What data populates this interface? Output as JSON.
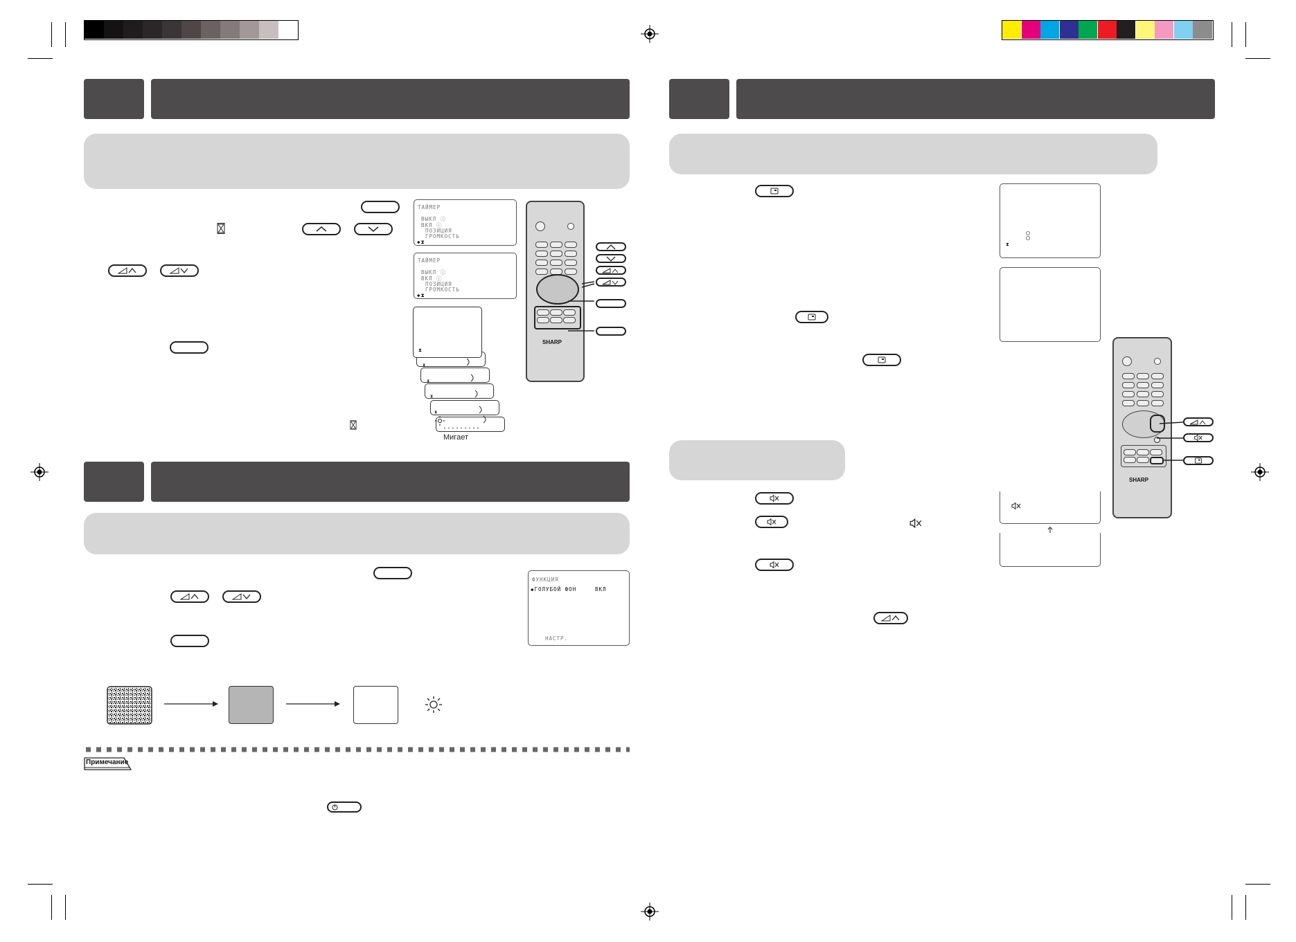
{
  "left_page": {
    "timer_section": {
      "menu_screen_1": {
        "title": "ТАЙМЕР",
        "lines": [
          "ВЫКЛ  ⓘ",
          "ВКЛ   ⓘ",
          "ПОЗИЦИЯ",
          "ГРОМКОСТЬ",
          "◆⧗"
        ]
      },
      "menu_screen_2": {
        "title": "ТАЙМЕР",
        "lines": [
          "ВЫКЛ  ⓘ",
          "ВКЛ   ⓘ",
          "ПОЗИЦИЯ",
          "ГРОМКОСТЬ",
          "◆⧗"
        ]
      },
      "blink_label": "Мигает",
      "hourglass_symbol": "⧗"
    },
    "blue_background_section": {
      "menu_screen": {
        "title": "ФУНКЦИЯ",
        "item": "◆ГОЛУБОЙ ФОН",
        "value": "ВКЛ",
        "footer": "НАСТР."
      }
    },
    "note_label": "Примечание"
  },
  "right_page": {
    "mute_symbol": "🔇",
    "updown_symbol": "↕"
  },
  "remote": {
    "brand": "SHARP"
  },
  "colors": {
    "gray_bar": [
      "#000000",
      "#141213",
      "#1f1c1d",
      "#2b2728",
      "#3a3536",
      "#4e4647",
      "#6b6162",
      "#857a7b",
      "#a39899",
      "#c6bebf",
      "#ffffff"
    ],
    "color_bar": [
      "#ffec00",
      "#e3007a",
      "#00a5e3",
      "#2e3192",
      "#00a650",
      "#ed1c24",
      "#231f20",
      "#fff578",
      "#f49ac1",
      "#7fd0f1",
      "#8c8c8c"
    ],
    "header_dark": "#4d4b4c",
    "subheader_gray": "#d6d6d6"
  }
}
